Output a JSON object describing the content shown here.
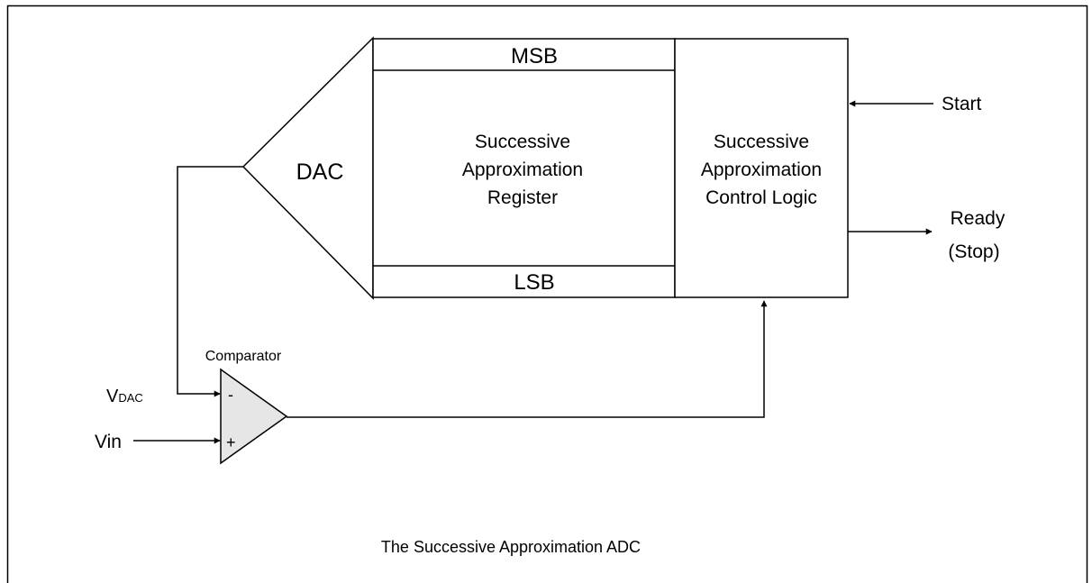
{
  "diagram": {
    "caption": "The Successive Approximation ADC",
    "dac_label": "DAC",
    "register": {
      "msb_label": "MSB",
      "lsb_label": "LSB",
      "title_lines": [
        "Successive",
        "Approximation",
        "Register"
      ]
    },
    "control_logic": {
      "title_lines": [
        "Successive",
        "Approximation",
        "Control Logic"
      ]
    },
    "signals": {
      "start": "Start",
      "ready_lines": [
        "Ready",
        "(Stop)"
      ],
      "vin": "Vin",
      "vdac_main": "V",
      "vdac_sub": "DAC"
    },
    "comparator": {
      "label": "Comparator",
      "minus": "-",
      "plus": "+"
    }
  }
}
